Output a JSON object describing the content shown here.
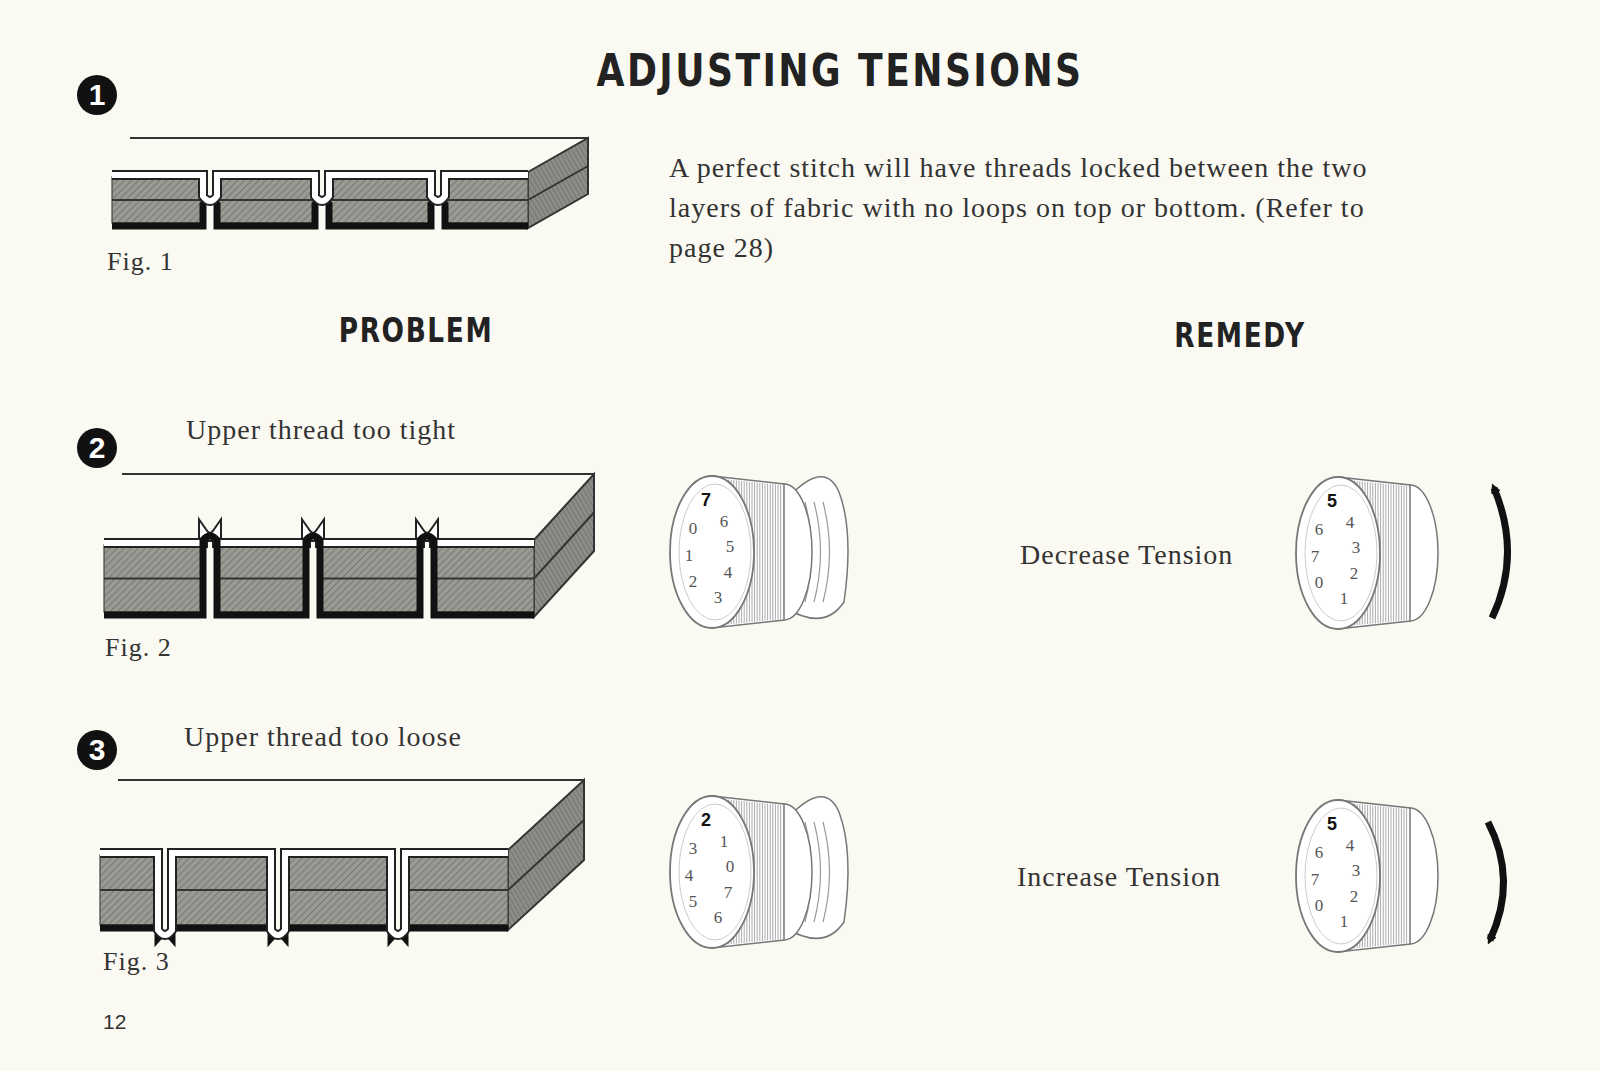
{
  "diagram": {
    "title": "ADJUSTING TENSIONS",
    "labels": [
      "1",
      "Fig. 1",
      "A perfect stitch will have threads locked between the two layers of fabric with no loops on top or bottom. (Refer to page 28)",
      "PROBLEM",
      "REMEDY",
      "2",
      "Upper thread too tight",
      "Fig. 2",
      "7",
      "6",
      "5",
      "4",
      "3",
      "2",
      "1",
      "0",
      "Decrease Tension",
      "5",
      "4",
      "3",
      "2",
      "1",
      "0",
      "7",
      "6",
      "3",
      "Upper thread too loose",
      "Fig. 3",
      "2",
      "1",
      "0",
      "7",
      "6",
      "5",
      "4",
      "3",
      "Increase Tension",
      "5",
      "4",
      "3",
      "2",
      "1",
      "0",
      "7",
      "6",
      "12"
    ]
  }
}
